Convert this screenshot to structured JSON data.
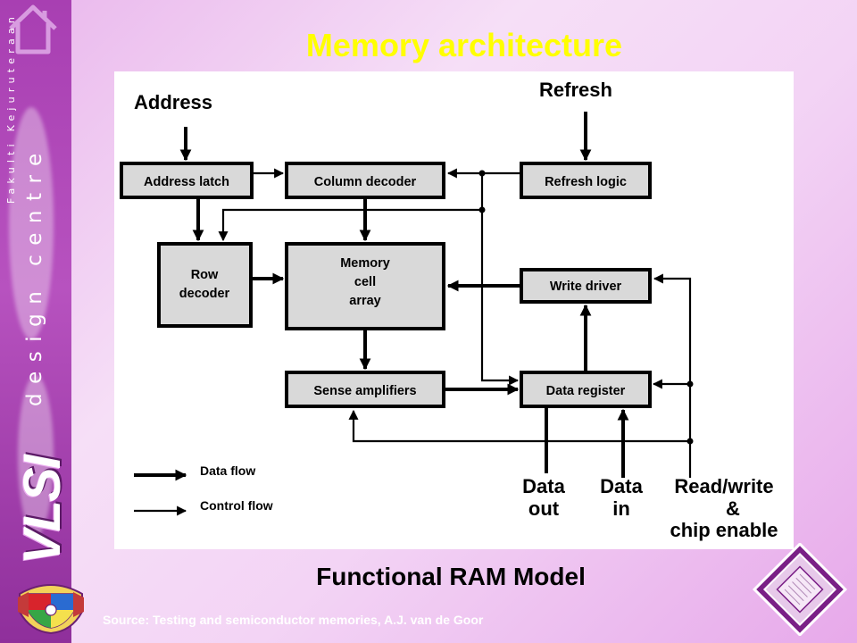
{
  "slide": {
    "title": "Memory architecture",
    "subtitle": "Functional RAM Model",
    "source": "Source: Testing and semiconductor memories, A.J. van de Goor"
  },
  "sidebar": {
    "faculty_text": "Fakulti Kejuruteraan",
    "centre_text": "design centre",
    "brand": "VLSI",
    "icon": "home-icon"
  },
  "diagram": {
    "inputs": {
      "address": "Address",
      "refresh": "Refresh"
    },
    "blocks": {
      "address_latch": "Address latch",
      "column_decoder": "Column decoder",
      "refresh_logic": "Refresh logic",
      "row_decoder": [
        "Row",
        "decoder"
      ],
      "memory_cell_array": [
        "Memory",
        "cell",
        "array"
      ],
      "write_driver": "Write driver",
      "sense_amplifiers": "Sense amplifiers",
      "data_register": "Data register"
    },
    "outputs": {
      "data_out": [
        "Data",
        "out"
      ],
      "data_in": [
        "Data",
        "in"
      ],
      "rw_enable": [
        "Read/write",
        "&",
        "chip enable"
      ]
    },
    "legend": {
      "data_flow": "Data flow",
      "control_flow": "Control flow"
    }
  }
}
